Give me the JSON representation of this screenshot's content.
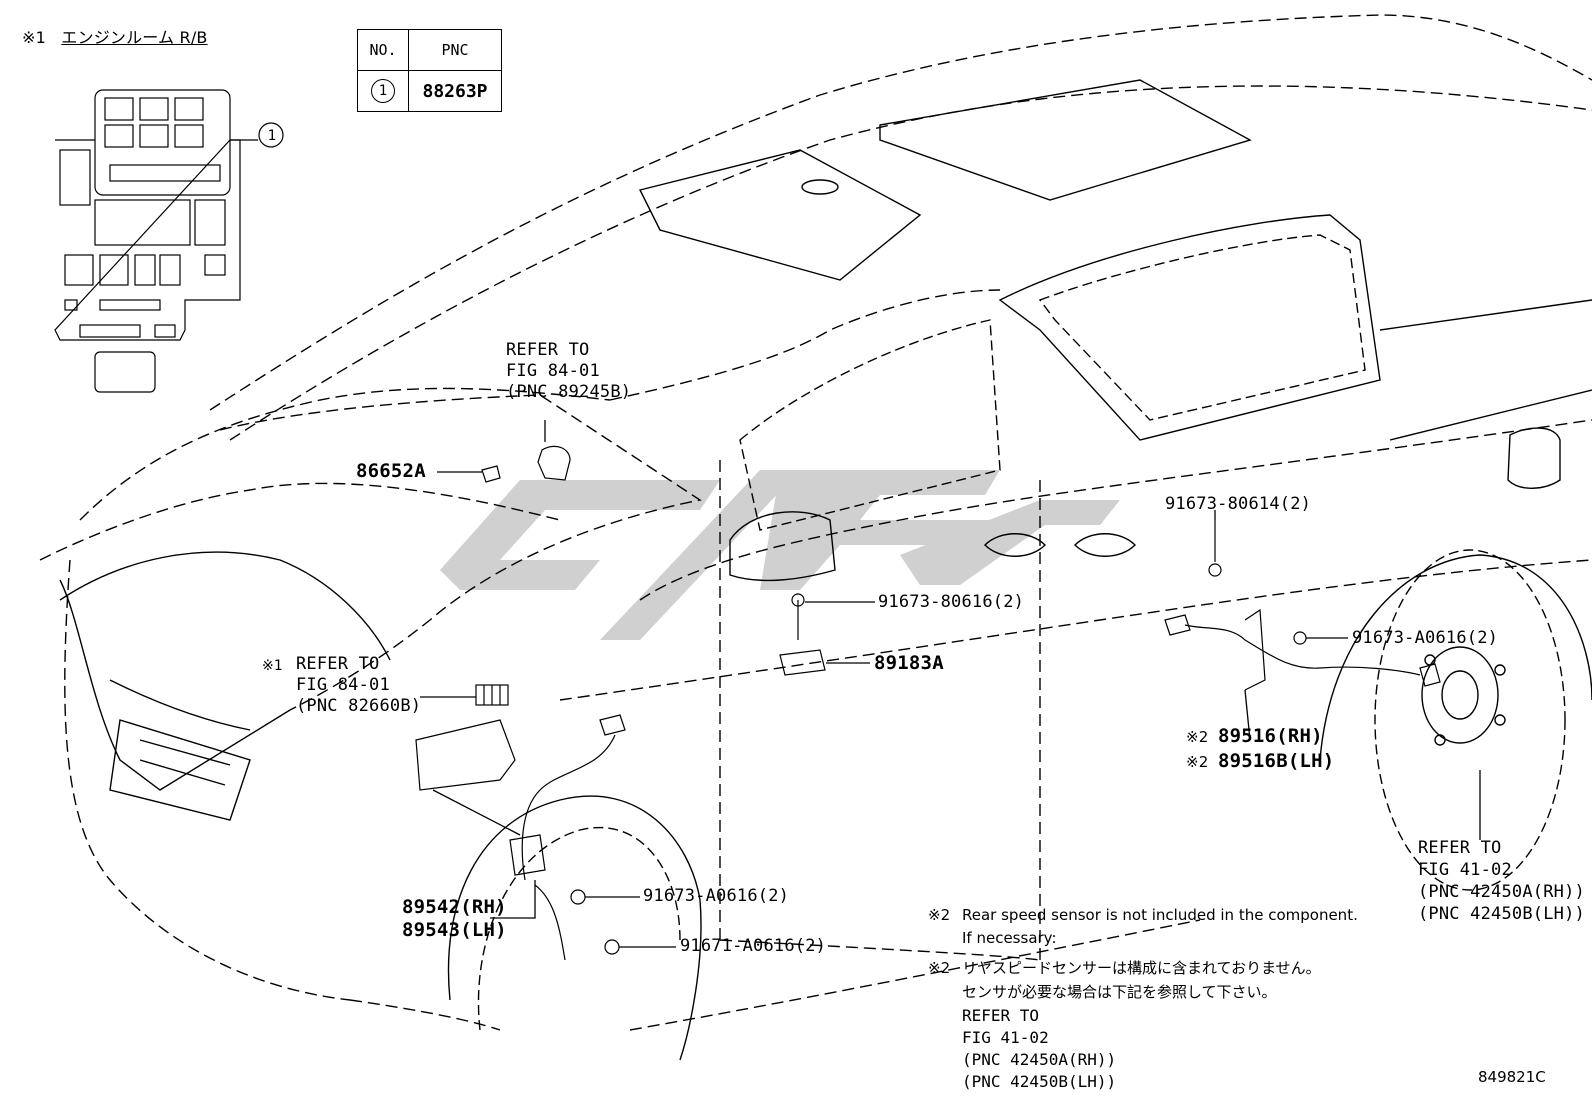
{
  "inset": {
    "title_mark": "※1",
    "title": "エンジンルーム R/B",
    "callout": "1"
  },
  "pnc_table": {
    "headers": [
      "NO.",
      "PNC"
    ],
    "rows": [
      {
        "no": "1",
        "pnc": "88263P"
      }
    ]
  },
  "labels": {
    "refer_airbag_1": "REFER TO",
    "refer_airbag_2": "FIG 84-01",
    "refer_airbag_3": "(PNC 89245B)",
    "part_86652a": "86652A",
    "relay_mark": "※1",
    "refer_relay_1": "REFER TO",
    "refer_relay_2": "FIG 84-01",
    "refer_relay_3": "(PNC 82660B)",
    "bolt_91673_80616": "91673-80616(2)",
    "part_89183a": "89183A",
    "bolt_91673_80614": "91673-80614(2)",
    "bolt_91673_a0616_rear": "91673-A0616(2)",
    "rear_mark_1": "※2",
    "part_89516_rh": "89516(RH)",
    "rear_mark_2": "※2",
    "part_89516b_lh": "89516B(LH)",
    "refer_hub_1": "REFER TO",
    "refer_hub_2": "FIG 41-02",
    "refer_hub_3": "(PNC 42450A(RH))",
    "refer_hub_4": "(PNC 42450B(LH))",
    "bolt_91673_a0616_front": "91673-A0616(2)",
    "bolt_91671_a0616": "91671-A0616(2)",
    "part_89542_rh": "89542(RH)",
    "part_89543_lh": "89543(LH)"
  },
  "notes": {
    "en_mark": "※2",
    "en_line1": "Rear speed sensor is not included in the component.",
    "en_line2": "If necessary:",
    "jp_mark": "※2",
    "jp_line1": "リヤスピードセンサーは構成に含まれておりません。",
    "jp_line2": "センサが必要な場合は下記を参照して下さい。",
    "ref1": "REFER TO",
    "ref2": "FIG 41-02",
    "ref3": "(PNC 42450A(RH))",
    "ref4": "(PNC 42450B(LH))"
  },
  "figure_code": "849821C"
}
